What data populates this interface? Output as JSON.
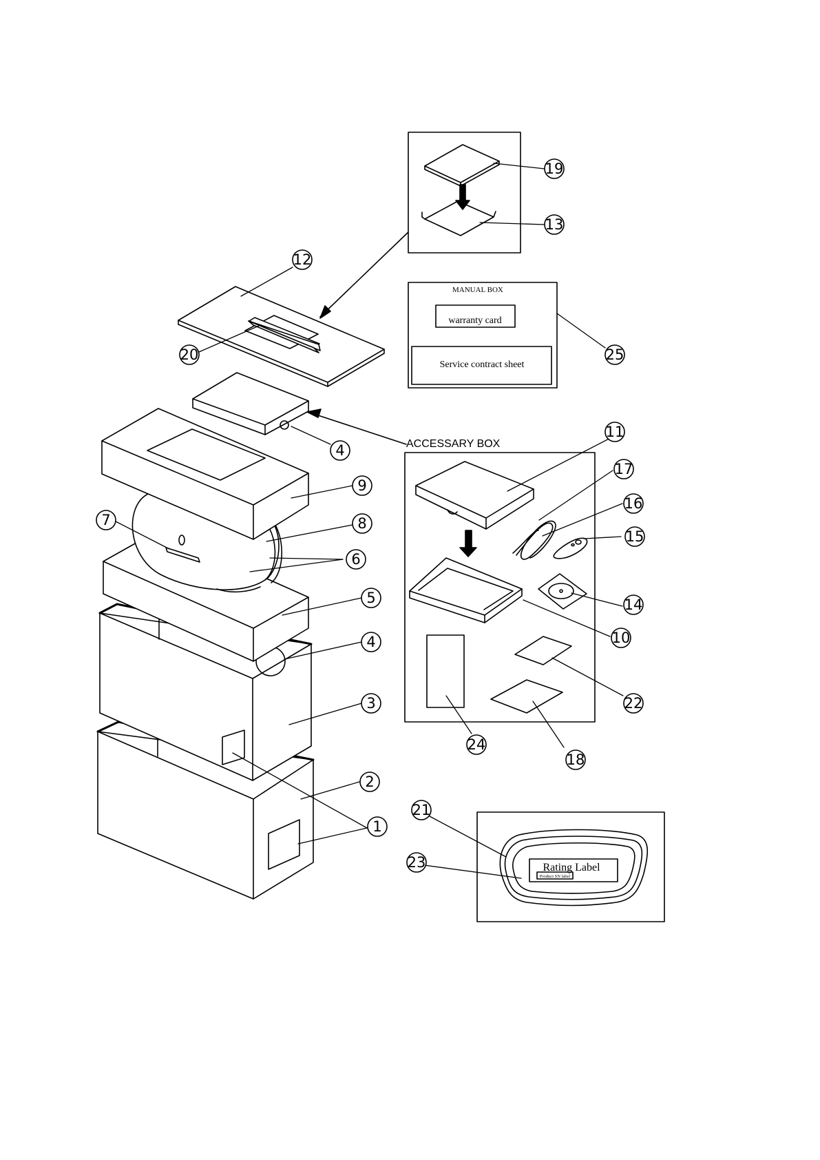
{
  "labels": {
    "manual_box": "MANUAL BOX",
    "warranty_card": "warranty card",
    "service_contract_sheet": "Service contract sheet",
    "accessary_box": "ACCESSARY BOX",
    "rating_label": "Rating Label",
    "product_sn_label": "Product SN label"
  },
  "callouts": {
    "c1": "1",
    "c2": "2",
    "c3": "3",
    "c4a": "4",
    "c4b": "4",
    "c5": "5",
    "c6": "6",
    "c7": "7",
    "c8": "8",
    "c9": "9",
    "c10": "10",
    "c11": "11",
    "c12": "12",
    "c13": "13",
    "c14": "14",
    "c15": "15",
    "c16": "16",
    "c17": "17",
    "c18": "18",
    "c19": "19",
    "c20": "20",
    "c21": "21",
    "c22": "22",
    "c23": "23",
    "c24": "24",
    "c25": "25"
  }
}
